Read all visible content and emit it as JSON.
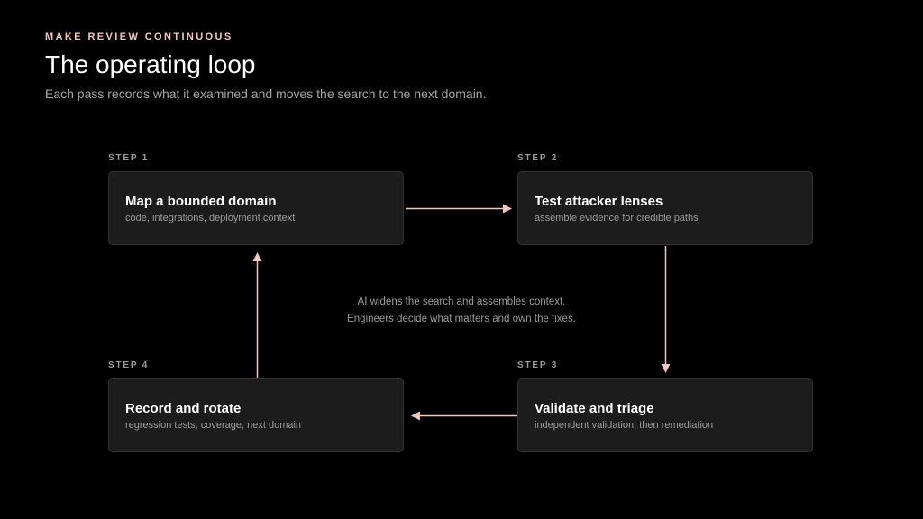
{
  "header": {
    "eyebrow": "MAKE REVIEW CONTINUOUS",
    "title": "The operating loop",
    "subtitle": "Each pass records what it examined and moves the search to the next domain."
  },
  "steps": [
    {
      "label": "STEP 1",
      "title": "Map a bounded domain",
      "description": "code, integrations, deployment context"
    },
    {
      "label": "STEP 2",
      "title": "Test attacker lenses",
      "description": "assemble evidence for credible paths"
    },
    {
      "label": "STEP 3",
      "title": "Validate and triage",
      "description": "independent validation, then remediation"
    },
    {
      "label": "STEP 4",
      "title": "Record and rotate",
      "description": "regression tests, coverage, next domain"
    }
  ],
  "center_note": {
    "line1": "AI widens the search and assembles context.",
    "line2": "Engineers decide what matters and own the fixes."
  },
  "colors": {
    "accent": "#f3c7c0",
    "card_background": "#1c1c1c",
    "card_border": "#333333",
    "background": "#000000"
  }
}
